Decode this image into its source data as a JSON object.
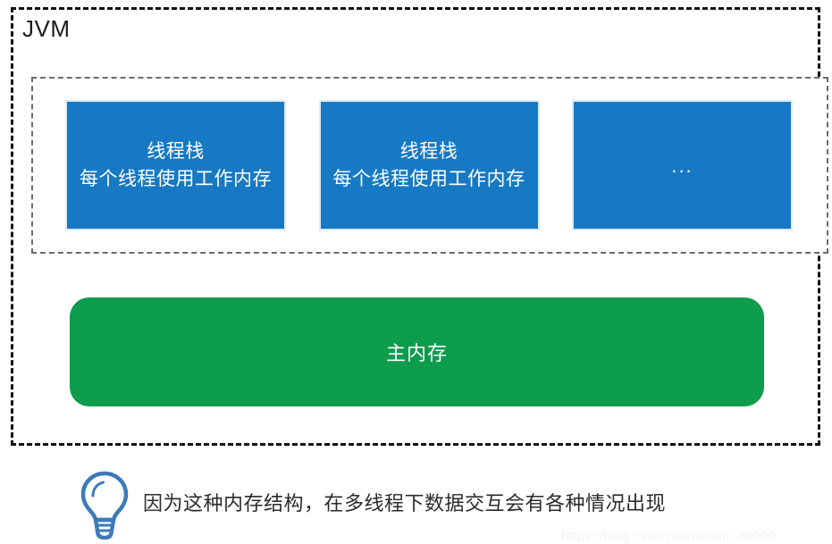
{
  "diagram": {
    "outer_box": {
      "title": "JVM",
      "border_color": "#111111"
    },
    "thread_area": {
      "border_color": "#6b6b6b",
      "boxes": [
        {
          "label": "线程栈\n每个线程使用工作内存",
          "color": "#1779c4"
        },
        {
          "label": "线程栈\n每个线程使用工作内存",
          "color": "#1779c4"
        },
        {
          "label": "...",
          "color": "#1779c4"
        }
      ]
    },
    "main_memory": {
      "label": "主内存",
      "color": "#0d9b4c"
    }
  },
  "footer": {
    "icon": "lightbulb-icon",
    "icon_color": "#3d7ab8",
    "text": "因为这种内存结构，在多线程下数据交互会有各种情况出现"
  },
  "watermark": {
    "text": "https://blog.csdn.net/weixin_40000"
  }
}
